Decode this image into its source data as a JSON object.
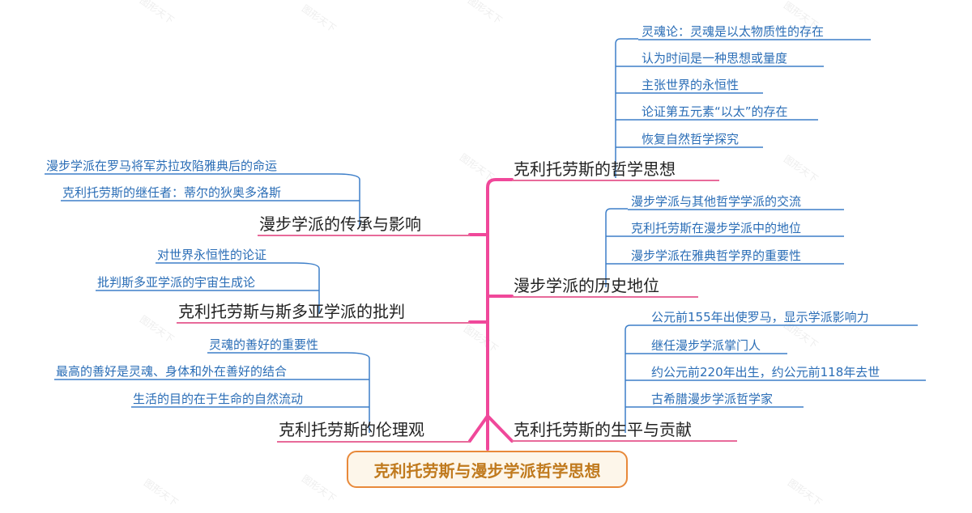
{
  "watermark": "图形天下",
  "root": "克利托劳斯与漫步学派哲学思想",
  "branches": {
    "philosophy": {
      "title": "克利托劳斯的哲学思想",
      "leaves": [
        "灵魂论：灵魂是以太物质性的存在",
        "认为时间是一种思想或量度",
        "主张世界的永恒性",
        "论证第五元素“以太”的存在",
        "恢复自然哲学探究"
      ]
    },
    "history": {
      "title": "漫步学派的历史地位",
      "leaves": [
        "漫步学派与其他哲学学派的交流",
        "克利托劳斯在漫步学派中的地位",
        "漫步学派在雅典哲学界的重要性"
      ]
    },
    "life": {
      "title": "克利托劳斯的生平与贡献",
      "leaves": [
        "公元前155年出使罗马，显示学派影响力",
        "继任漫步学派掌门人",
        "约公元前220年出生，约公元前118年去世",
        "古希腊漫步学派哲学家"
      ]
    },
    "legacy": {
      "title": "漫步学派的传承与影响",
      "leaves": [
        "漫步学派在罗马将军苏拉攻陷雅典后的命运",
        "克利托劳斯的继任者：蒂尔的狄奥多洛斯"
      ]
    },
    "critique": {
      "title": "克利托劳斯与斯多亚学派的批判",
      "leaves": [
        "对世界永恒性的论证",
        "批判斯多亚学派的宇宙生成论"
      ]
    },
    "ethics": {
      "title": "克利托劳斯的伦理观",
      "leaves": [
        "灵魂的善好的重要性",
        "最高的善好是灵魂、身体和外在善好的结合",
        "生活的目的在于生命的自然流动"
      ]
    }
  },
  "colors": {
    "trunk": "#f0489a",
    "branch_underline": "#e86a9a",
    "leaf_line": "#3d7fc9",
    "leaf_text": "#2a6db6",
    "root_border": "#e8893a",
    "root_text": "#c07a1e"
  }
}
